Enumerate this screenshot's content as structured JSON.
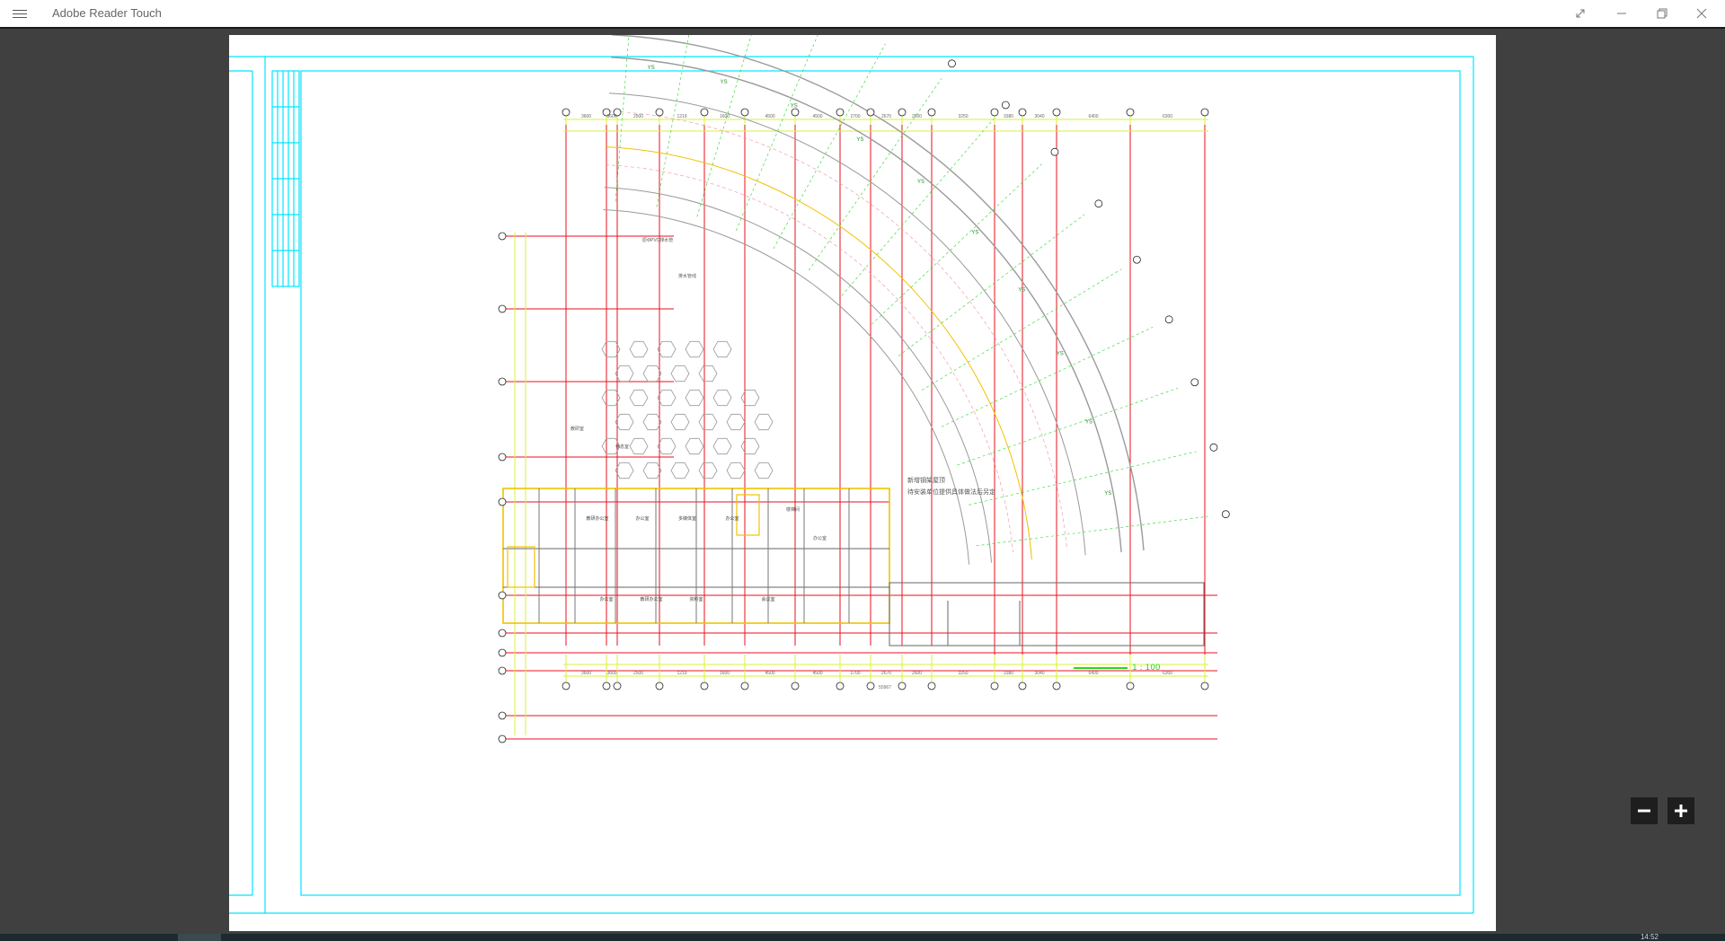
{
  "app": {
    "title": "Adobe Reader Touch"
  },
  "zoom": {
    "minus_label": "−",
    "plus_label": "+"
  },
  "taskbar": {
    "clock": "14:52"
  },
  "colors": {
    "frame": "#00e5ff",
    "grid_red": "#e8101c",
    "dim_green": "#d9f23a",
    "annot_green": "#22d822",
    "wall_yellow": "#f2c200",
    "gray_line": "#9a9a9a"
  },
  "drawing": {
    "scale_label": "1 : 100",
    "notes": [
      "新增钢架屋顶",
      "待安装单位提供具体做法后另定",
      "原ΦPVC排水管",
      "排水管线",
      "办公室",
      "教研室",
      "休息室",
      "楼梯间"
    ],
    "room_labels": [
      "教研办公室",
      "办公室",
      "多媒体室",
      "办公室",
      "办公室",
      "教研办公室",
      "资料室",
      "会议室"
    ],
    "top_dims": [
      "3600",
      "3600",
      "2500",
      "1219",
      "1600",
      "4500",
      "4500",
      "2700",
      "2670",
      "2600",
      "3250",
      "3380",
      "3040",
      "6400",
      "6300"
    ],
    "bottom_dims": [
      "3600",
      "3600",
      "2500",
      "1219",
      "1600",
      "4500",
      "4500",
      "2700",
      "2670",
      "2600",
      "3250",
      "3380",
      "3040",
      "6400",
      "6300"
    ],
    "total_dim": "55967"
  }
}
